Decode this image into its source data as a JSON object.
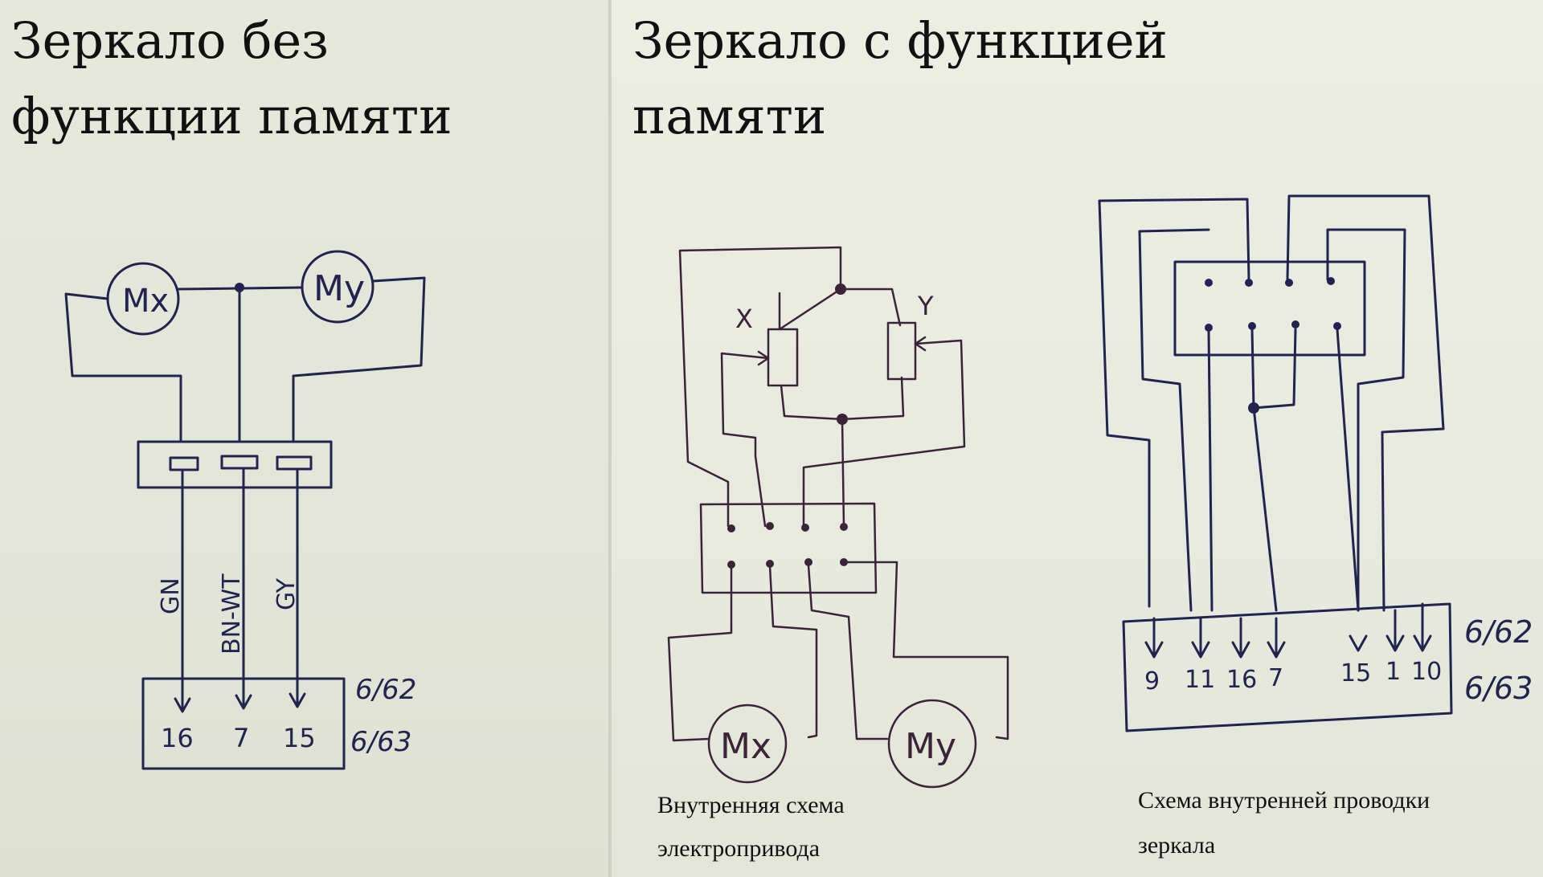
{
  "left_diagram": {
    "title_line1": "Зеркало без",
    "title_line2": "функции памяти",
    "motor_x": "Mx",
    "motor_y": "My",
    "wire_labels": [
      "GN",
      "BN-WT",
      "GY"
    ],
    "pins": [
      "16",
      "7",
      "15"
    ],
    "connector_codes": [
      "6/62",
      "6/63"
    ]
  },
  "right_diagram": {
    "title_line1": "Зеркало с функцией",
    "title_line2": "памяти",
    "sensor_x": "X",
    "sensor_y": "Y",
    "motor_x": "Mx",
    "motor_y": "My",
    "caption_drive_line1": "Внутренняя схема",
    "caption_drive_line2": "электропривода",
    "caption_wiring_line1": "Схема внутренней проводки",
    "caption_wiring_line2": "зеркала",
    "pins": [
      "9",
      "11",
      "16",
      "7",
      "15",
      "1",
      "10"
    ],
    "connector_codes": [
      "6/62",
      "6/63"
    ]
  },
  "colors": {
    "ink": "#24234f",
    "drive_ink": "#3a2438",
    "paper": "#e8eadf"
  }
}
